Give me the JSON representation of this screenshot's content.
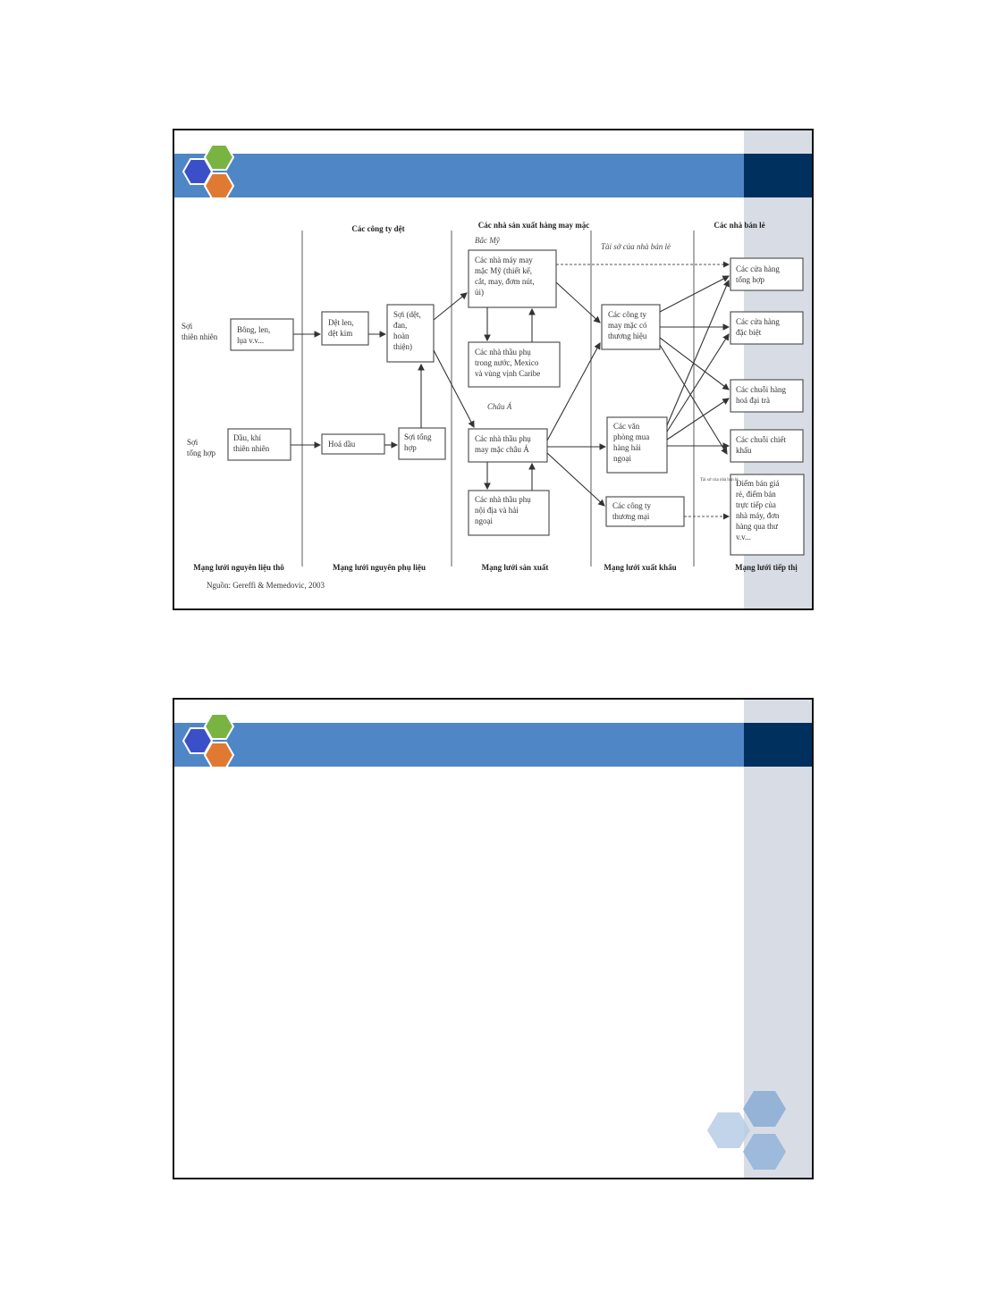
{
  "diagram": {
    "headers": {
      "textile": "Các công ty dệt",
      "garment": "Các nhà sản xuất hàng may mặc",
      "retail": "Các nhà bán lẻ"
    },
    "subheaders": {
      "us": "Bắc Mỹ",
      "asia": "Châu Á",
      "retail_owned": "Tài sở của nhà bán lẻ",
      "retail_small": "Tài sở của nhà bán lẻ"
    },
    "row_labels": {
      "natural": [
        "Sợi",
        "thiên nhiên"
      ],
      "synthetic": [
        "Sợi",
        "tổng hợp"
      ]
    },
    "boxes": {
      "cotton": [
        "Bông, len,",
        "lụa v.v..."
      ],
      "oil": [
        "Dầu, khí",
        "thiên nhiên"
      ],
      "weaving": [
        "Dệt len,",
        "dệt kim"
      ],
      "petro": [
        "Hoá dầu"
      ],
      "yarn": [
        "Sợi (dệt,",
        "đan,",
        "hoàn",
        "thiện)"
      ],
      "synthetic_yarn": [
        "Sợi tổng",
        "hợp"
      ],
      "us_factories": [
        "Các nhà máy may",
        "mặc Mỹ (thiết kế,",
        "cắt, may, đơm nút,",
        "ủi)"
      ],
      "us_contractors": [
        "Các nhà thầu phụ",
        "trong nước, Mexico",
        "và vùng vịnh Caribe"
      ],
      "asia_contractors": [
        "Các nhà thầu phụ",
        "may mặc châu Á"
      ],
      "local_contractors": [
        "Các nhà thầu phụ",
        "nội địa và hải",
        "ngoại"
      ],
      "brand_firms": [
        "Các công ty",
        "may mặc có",
        "thương hiệu"
      ],
      "buying_offices": [
        "Các văn",
        "phòng mua",
        "hàng hải",
        "ngoại"
      ],
      "trading_firms": [
        "Các công ty",
        "thương mại"
      ],
      "department": [
        "Các cửa hàng",
        "tổng hợp"
      ],
      "specialty": [
        "Các cửa hàng",
        "đặc biệt"
      ],
      "mass": [
        "Các chuỗi hàng",
        "hoá đại trà"
      ],
      "discount": [
        "Các chuỗi chiết",
        "khấu"
      ],
      "outlets": [
        "Điểm bán giá",
        "rẻ, điểm bán",
        "trực tiếp của",
        "nhà máy, đơn",
        "hàng qua thư",
        "v.v..."
      ]
    },
    "footers": {
      "raw": "Mạng lưới nguyên liệu thô",
      "components": "Mạng lưới nguyên phụ liệu",
      "production": "Mạng lưới sản xuất",
      "export": "Mạng lưới xuất khẩu",
      "marketing": "Mạng lưới tiếp thị"
    },
    "source": "Nguồn: Gereffi & Memedovic, 2003"
  },
  "colors": {
    "title_bar": "#4f86c6",
    "title_bar_dark": "#00305e",
    "side_band": "#d8dde5",
    "hex_blue": "#3b50c8",
    "hex_green": "#79b443",
    "hex_orange": "#e07a32",
    "hex_light": "#b7cde6"
  }
}
